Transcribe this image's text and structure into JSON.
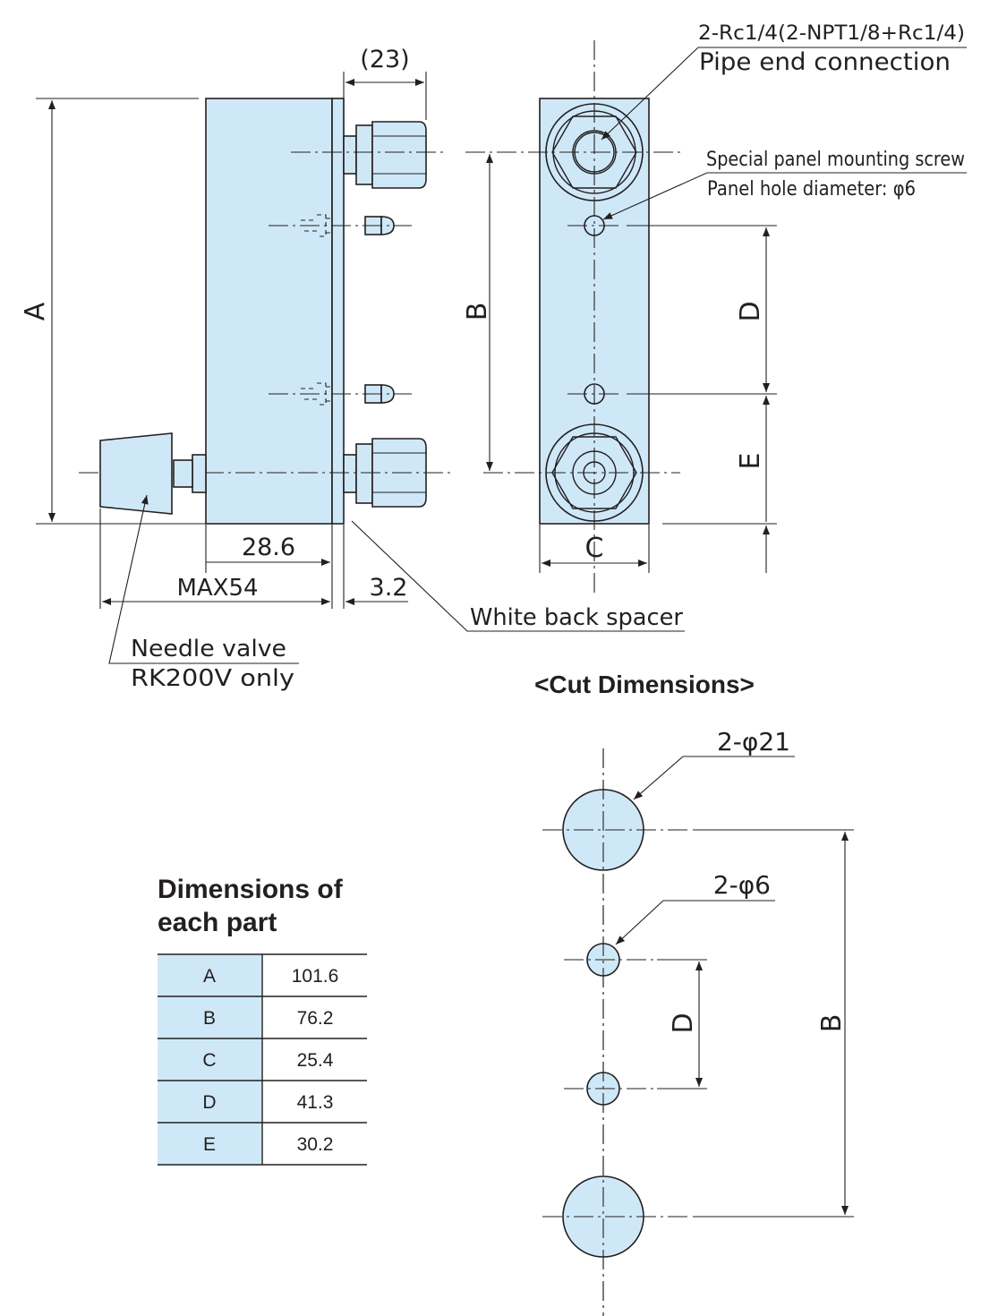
{
  "labels": {
    "pipe_end_code": "2-Rc1/4(2-NPT1/8+Rc1/4)",
    "pipe_end_text": "Pipe end connection",
    "panel_screw": "Special panel mounting screw",
    "panel_hole": "Panel hole diameter: φ6",
    "needle_valve": "Needle valve",
    "rk200v_only": "RK200V only",
    "white_back_spacer": "White back spacer",
    "cut_dimensions": "<Cut Dimensions>",
    "phi21": "2-φ21",
    "phi6": "2-φ6"
  },
  "dimensions": {
    "dim_23": "(23)",
    "dim_28_6": "28.6",
    "dim_max54": "MAX54",
    "dim_3_2": "3.2",
    "letter_a": "A",
    "letter_b": "B",
    "letter_c": "C",
    "letter_d": "D",
    "letter_e": "E"
  },
  "parts_table": {
    "title_line1": "Dimensions of",
    "title_line2": "each part",
    "rows": [
      {
        "part": "A",
        "value": "101.6"
      },
      {
        "part": "B",
        "value": "76.2"
      },
      {
        "part": "C",
        "value": "25.4"
      },
      {
        "part": "D",
        "value": "41.3"
      },
      {
        "part": "E",
        "value": "30.2"
      }
    ]
  },
  "colors": {
    "part_fill": "#cfe8f8",
    "line": "#231f20"
  }
}
